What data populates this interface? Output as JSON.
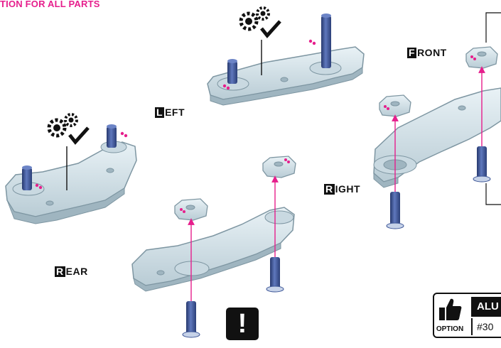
{
  "header": {
    "text": "TION FOR ALL PARTS"
  },
  "labels": {
    "left": {
      "first": "L",
      "rest": "EFT"
    },
    "front": {
      "first": "F",
      "rest": "RONT"
    },
    "right": {
      "first": "R",
      "rest": "IGHT"
    },
    "rear": {
      "first": "R",
      "rest": "EAR"
    }
  },
  "warning": {
    "symbol": "!"
  },
  "option": {
    "caption": "OPTION",
    "material": "ALU",
    "part_number": "#30"
  },
  "icons": [
    "gears-check-icon",
    "thumbs-up-icon",
    "warning-icon"
  ],
  "colors": {
    "accent": "#e61e8c",
    "part_fill": "#d8e6ec",
    "part_edge": "#7e96a2",
    "screw": "#3c5596",
    "arrow": "#e61e8c",
    "ink": "#111111"
  }
}
